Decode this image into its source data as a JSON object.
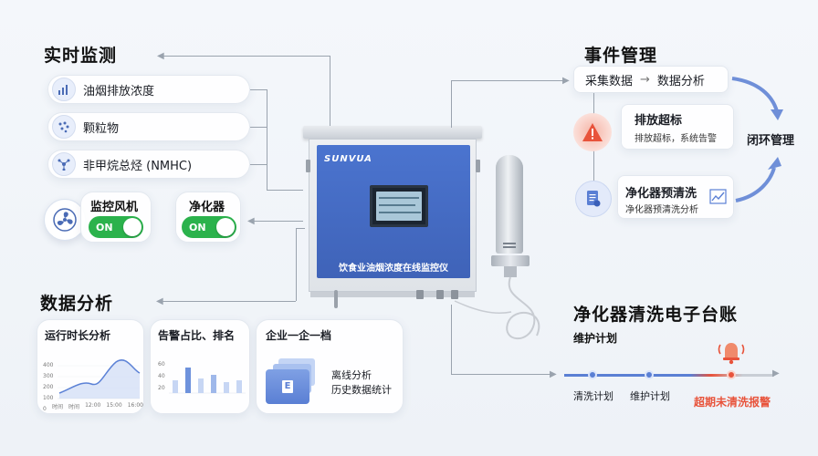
{
  "realtime": {
    "title": "实时监测",
    "items": [
      {
        "label": "油烟排放浓度",
        "icon": "bar-chart-icon"
      },
      {
        "label": "颗粒物",
        "icon": "particles-icon"
      },
      {
        "label": "非甲烷总烃 (NMHC)",
        "icon": "molecule-icon"
      }
    ],
    "fan": {
      "label": "监控风机",
      "toggle": "ON"
    },
    "purifier": {
      "label": "净化器",
      "toggle": "ON"
    }
  },
  "device": {
    "brand": "SUNVUA",
    "name": "饮食业油烟浓度在线监控仪"
  },
  "analysis": {
    "title": "数据分析",
    "runtime": {
      "title": "运行时长分析",
      "y_ticks": [
        "400",
        "300",
        "200",
        "100",
        "0"
      ],
      "x_ticks": [
        "时间",
        "时间",
        "12:00",
        "15:00",
        "16:00"
      ]
    },
    "alarm": {
      "title": "告警占比、排名",
      "y_ticks": [
        "60",
        "40",
        "20"
      ]
    },
    "archive": {
      "title": "企业一企一档",
      "lines": [
        "离线分析",
        "历史数据统计"
      ]
    }
  },
  "events": {
    "title": "事件管理",
    "flow_start": "采集数据",
    "flow_arrow": "→",
    "flow_end": "数据分析",
    "over_title": "排放超标",
    "over_desc": "排放超标，系统告警",
    "clean_title": "净化器预清洗",
    "clean_desc": "净化器预清洗分析",
    "closed_loop": "闭环管理"
  },
  "ledger": {
    "title": "净化器清洗电子台账",
    "subtitle": "维护计划",
    "points": [
      "清洗计划",
      "维护计划",
      "超期未清洗报警"
    ]
  },
  "colors": {
    "accent": "#3a66c4",
    "alarm": "#e8533b",
    "ok": "#2bb24c"
  }
}
